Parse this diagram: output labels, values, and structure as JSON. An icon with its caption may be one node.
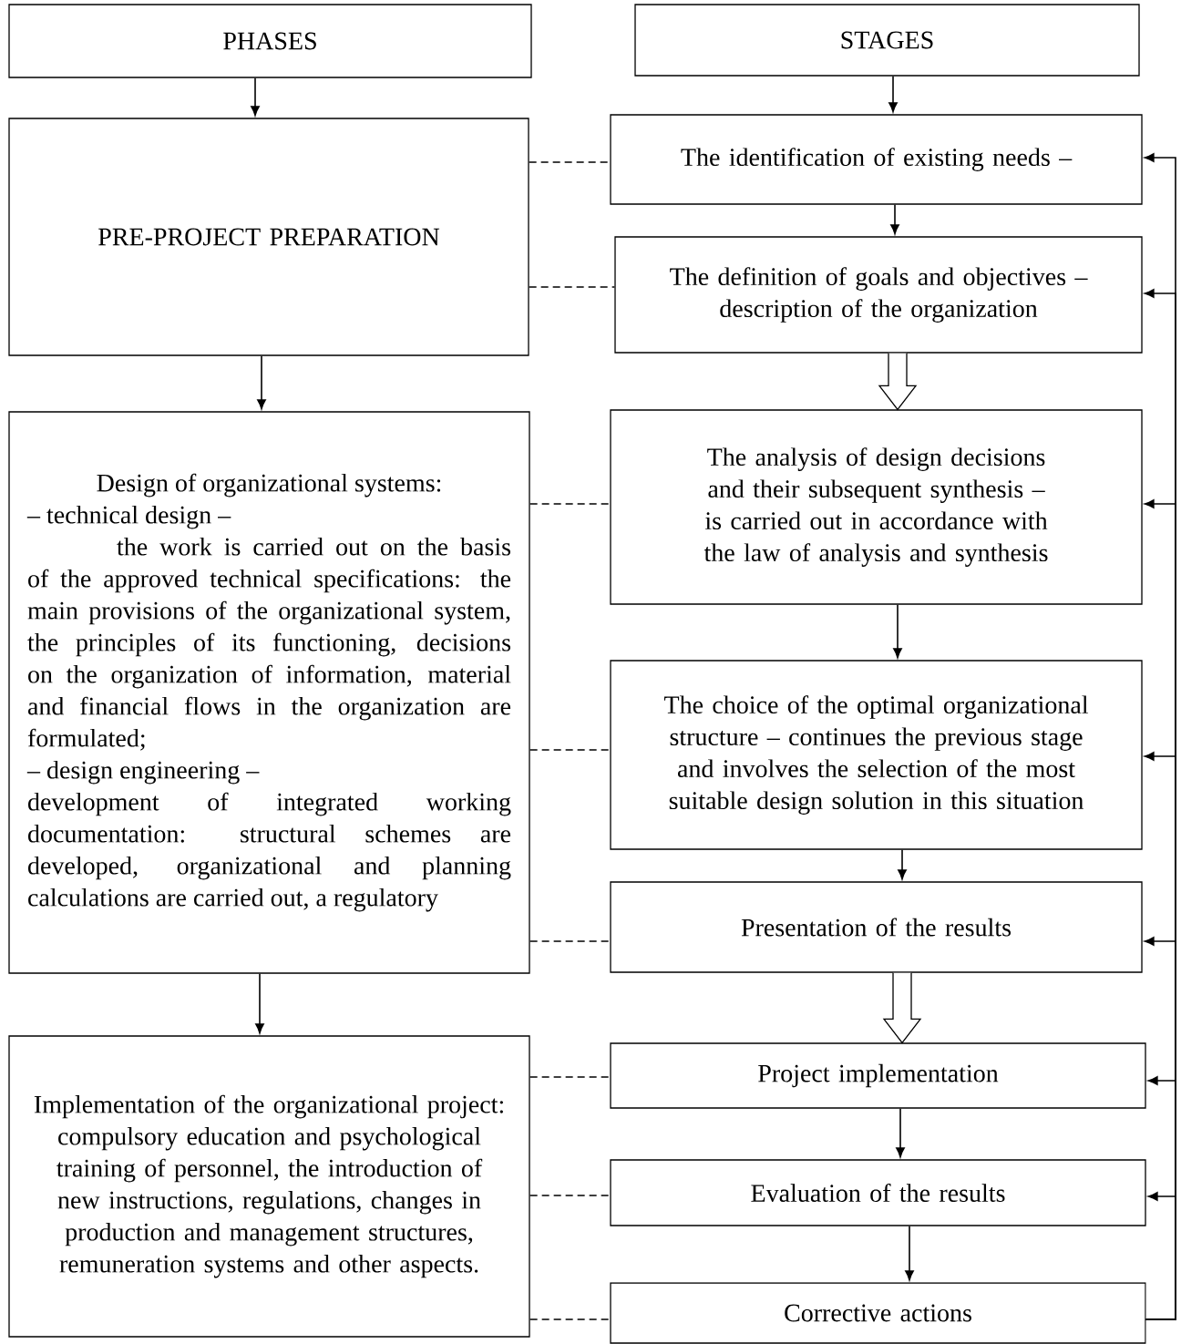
{
  "diagram": {
    "nodes": [
      {
        "text": [
          "PHASES"
        ]
      },
      {
        "text": [
          "STAGES"
        ]
      },
      {
        "text": [
          "PRE-PROJECT PREPARATION"
        ]
      },
      {
        "text": [
          "The identification of existing needs –"
        ]
      },
      {
        "text": [
          "The definition of goals and objectives –",
          "description of the organization"
        ]
      },
      {
        "text": [
          "Design of organizational systems:",
          "– technical design –",
          "the work is carried out on the basis of the approved technical specifications: the main provisions of the organizational system, the principles of its functioning, decisions on the organization of information, material and financial flows in the organization are formulated;",
          "– design engineering –",
          "development of integrated working documentation: structural schemes are developed, organizational and planning calculations are carried out, a regulatory"
        ]
      },
      {
        "text": [
          "The analysis of design decisions and their subsequent synthesis – is carried out in accordance with the law of analysis and synthesis"
        ]
      },
      {
        "text": [
          "The choice of the optimal organizational structure – continues the previous stage and involves the selection of the most suitable design solution in this situation"
        ]
      },
      {
        "text": [
          "Presentation of the results"
        ]
      },
      {
        "text": [
          "Implementation of the organizational project: compulsory education and psychological training of personnel, the introduction of new instructions, regulations, changes in production and management structures, remuneration systems and other aspects."
        ]
      },
      {
        "text": [
          "Project implementation"
        ]
      },
      {
        "text": [
          "Evaluation of the results"
        ]
      },
      {
        "text": [
          "Corrective actions"
        ]
      }
    ],
    "edges": [
      {
        "from": 0,
        "to": 2,
        "arrow": "to"
      },
      {
        "from": 1,
        "to": 3,
        "arrow": "to"
      },
      {
        "from": 2,
        "to": 3,
        "arrow": "none",
        "style": "dashed"
      },
      {
        "from": 2,
        "to": 4,
        "arrow": "none",
        "style": "dashed"
      },
      {
        "from": 3,
        "to": 4,
        "arrow": "to"
      },
      {
        "from": 4,
        "to": 6,
        "arrow": "to",
        "style": "thick"
      },
      {
        "from": 2,
        "to": 5,
        "arrow": "to"
      },
      {
        "from": 5,
        "to": 6,
        "arrow": "none",
        "style": "dashed"
      },
      {
        "from": 6,
        "to": 7,
        "arrow": "to"
      },
      {
        "from": 5,
        "to": 7,
        "arrow": "none",
        "style": "dashed"
      },
      {
        "from": 7,
        "to": 8,
        "arrow": "to"
      },
      {
        "from": 5,
        "to": 8,
        "arrow": "none",
        "style": "dashed"
      },
      {
        "from": 8,
        "to": 10,
        "arrow": "to",
        "style": "thick"
      },
      {
        "from": 5,
        "to": 9,
        "arrow": "to"
      },
      {
        "from": 9,
        "to": 10,
        "arrow": "none",
        "style": "dashed"
      },
      {
        "from": 10,
        "to": 11,
        "arrow": "to"
      },
      {
        "from": 9,
        "to": 11,
        "arrow": "none",
        "style": "dashed"
      },
      {
        "from": 11,
        "to": 12,
        "arrow": "to"
      },
      {
        "from": 9,
        "to": 12,
        "arrow": "none",
        "style": "dashed"
      },
      {
        "from": 12,
        "to": 3,
        "arrow": "to"
      },
      {
        "from": 12,
        "to": 4,
        "arrow": "to"
      },
      {
        "from": 12,
        "to": 6,
        "arrow": "to"
      },
      {
        "from": 12,
        "to": 7,
        "arrow": "to"
      },
      {
        "from": 12,
        "to": 8,
        "arrow": "to"
      },
      {
        "from": 12,
        "to": 10,
        "arrow": "to"
      },
      {
        "from": 12,
        "to": 11,
        "arrow": "to"
      }
    ]
  }
}
